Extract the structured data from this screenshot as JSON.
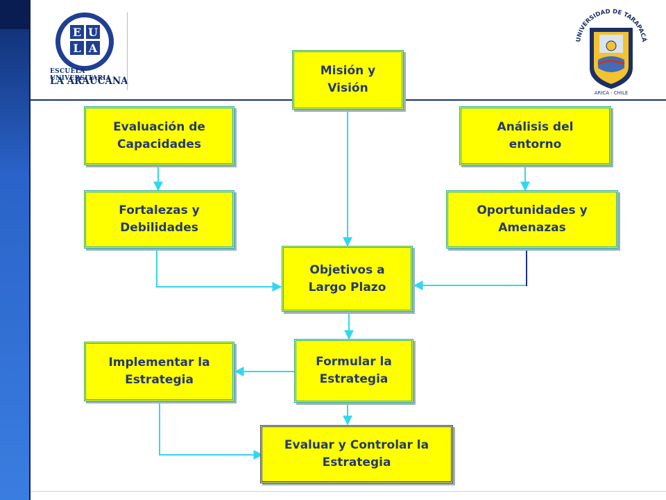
{
  "header": {
    "left_logo": {
      "letters": [
        "E",
        "U",
        "L",
        "A"
      ],
      "text_line1": "ESCUELA UNIVERSITARIA",
      "text_line2": "LA ARAUCANA"
    },
    "right_logo": {
      "arc_text": "UNIVERSIDAD DE TARAPACÁ",
      "bottom_text": "ARICA · CHILE"
    }
  },
  "diagram": {
    "mision": {
      "line1": "Misión y",
      "line2": "Visión"
    },
    "evaluacion": {
      "line1": "Evaluación de",
      "line2": "Capacidades"
    },
    "analisis": {
      "line1": "Análisis del",
      "line2": "entorno"
    },
    "fortalezas": {
      "line1": "Fortalezas y",
      "line2": "Debilidades"
    },
    "oportunidades": {
      "line1": "Oportunidades y",
      "line2": "Amenazas"
    },
    "objetivos": {
      "line1": "Objetivos a",
      "line2": "Largo Plazo"
    },
    "formular": {
      "line1": "Formular la",
      "line2": "Estrategia"
    },
    "implementar": {
      "line1": "Implementar la",
      "line2": "Estrategia"
    },
    "evaluar": {
      "line1": "Evaluar y Controlar la",
      "line2": "Estrategia"
    }
  },
  "colors": {
    "box_fill": "#ffff00",
    "box_border": "#1fa9b8",
    "connector": "#33d6f0",
    "text": "#253a6a",
    "sidebar": "#2a63c9"
  }
}
